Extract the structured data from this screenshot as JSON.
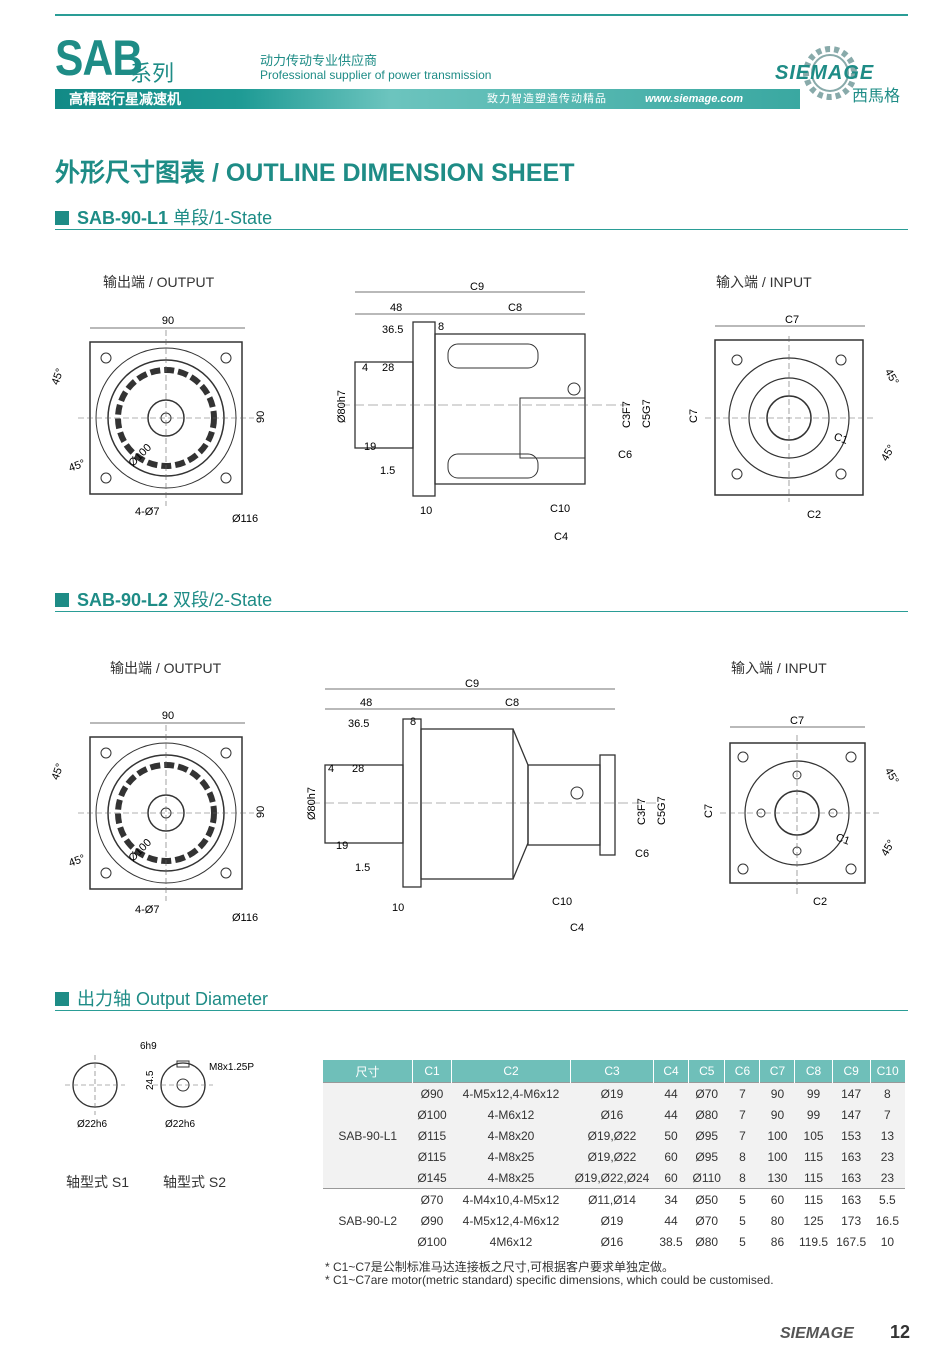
{
  "header": {
    "brand": "SAB",
    "series": "系列",
    "band_label": "高精密行星减速机",
    "tagline_cn": "动力传动专业供应商",
    "tagline_en": "Professional supplier of power transmission",
    "slogan": "致力智造塑造传动精品",
    "url": "www.siemage.com",
    "logo_word": "SIEMAGE",
    "logo_cn": "西馬格"
  },
  "title": "外形尺寸图表 / OUTLINE DIMENSION SHEET",
  "sections": [
    {
      "model": "SAB-90-L1",
      "label": "单段/1-State"
    },
    {
      "model": "SAB-90-L2",
      "label": "双段/2-State"
    },
    {
      "model": "",
      "label": "出力轴 Output Diameter"
    }
  ],
  "drawing_labels": {
    "output": "输出端 / OUTPUT",
    "input": "输入端 / INPUT",
    "d90": "90",
    "d45": "45°",
    "d100": "Ø100",
    "d116": "Ø116",
    "holes": "4-Ø7",
    "c1": "C1",
    "c2": "C2",
    "c3": "C3F7",
    "c4": "C4",
    "c5": "C5G7",
    "c6": "C6",
    "c7": "C7",
    "c8": "C8",
    "c9": "C9",
    "c10": "C10",
    "s48": "48",
    "s365": "36.5",
    "s8": "8",
    "s4": "4",
    "s28": "28",
    "s19": "19",
    "s15": "1.5",
    "s10": "10",
    "s80": "Ø80h7"
  },
  "shaft": {
    "h9": "6h9",
    "thread": "M8x1.25P",
    "d245": "24.5",
    "d22": "Ø22h6",
    "s1": "轴型式 S1",
    "s2": "轴型式 S2"
  },
  "table": {
    "headers": [
      "尺寸",
      "C1",
      "C2",
      "C3",
      "C4",
      "C5",
      "C6",
      "C7",
      "C8",
      "C9",
      "C10"
    ],
    "groups": [
      {
        "model": "SAB-90-L1",
        "rows": [
          [
            "Ø90",
            "4-M5x12,4-M6x12",
            "Ø19",
            "44",
            "Ø70",
            "7",
            "90",
            "99",
            "147",
            "8"
          ],
          [
            "Ø100",
            "4-M6x12",
            "Ø16",
            "44",
            "Ø80",
            "7",
            "90",
            "99",
            "147",
            "7"
          ],
          [
            "Ø115",
            "4-M8x20",
            "Ø19,Ø22",
            "50",
            "Ø95",
            "7",
            "100",
            "105",
            "153",
            "13"
          ],
          [
            "Ø115",
            "4-M8x25",
            "Ø19,Ø22",
            "60",
            "Ø95",
            "8",
            "100",
            "115",
            "163",
            "23"
          ],
          [
            "Ø145",
            "4-M8x25",
            "Ø19,Ø22,Ø24",
            "60",
            "Ø110",
            "8",
            "130",
            "115",
            "163",
            "23"
          ]
        ]
      },
      {
        "model": "SAB-90-L2",
        "rows": [
          [
            "Ø70",
            "4-M4x10,4-M5x12",
            "Ø11,Ø14",
            "34",
            "Ø50",
            "5",
            "60",
            "115",
            "163",
            "5.5"
          ],
          [
            "Ø90",
            "4-M5x12,4-M6x12",
            "Ø19",
            "44",
            "Ø70",
            "5",
            "80",
            "125",
            "173",
            "16.5"
          ],
          [
            "Ø100",
            "4M6x12",
            "Ø16",
            "38.5",
            "Ø80",
            "5",
            "86",
            "119.5",
            "167.5",
            "10"
          ]
        ]
      }
    ]
  },
  "notes": [
    "* C1~C7是公制标准马达连接板之尺寸,可根据客户要求单独定做。",
    "* C1~C7are motor(metric standard)  specific dimensions, which could be customised."
  ],
  "footer": {
    "word": "SIEMAGE",
    "page": "12"
  },
  "colors": {
    "brand": "#1e8c86",
    "table_header": "#6fbfb9"
  }
}
